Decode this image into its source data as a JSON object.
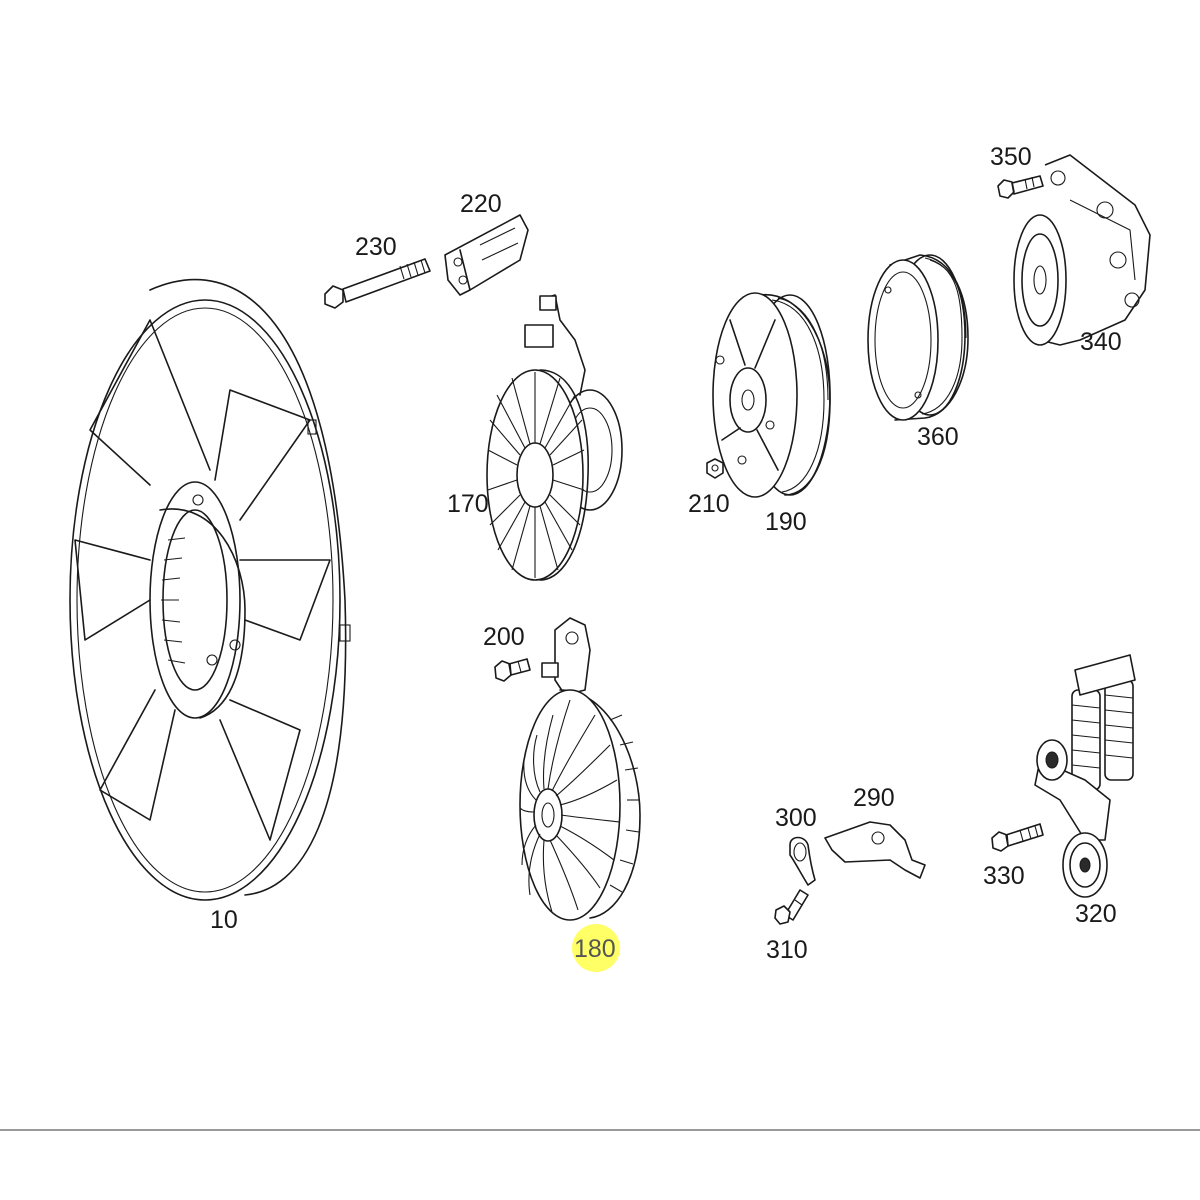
{
  "diagram": {
    "callouts": {
      "c10": "10",
      "c170": "170",
      "c180": "180",
      "c190": "190",
      "c200": "200",
      "c210": "210",
      "c220": "220",
      "c230": "230",
      "c290": "290",
      "c300": "300",
      "c310": "310",
      "c320": "320",
      "c330": "330",
      "c340": "340",
      "c350": "350",
      "c360": "360"
    },
    "highlight_color": "#ffff66",
    "highlighted_callout": "180"
  }
}
